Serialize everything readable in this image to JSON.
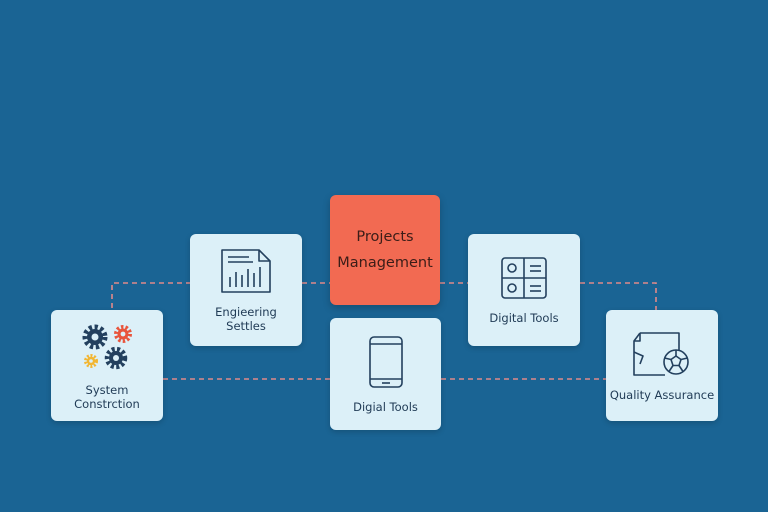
{
  "colors": {
    "background": "#1a6494",
    "card": "#dcf0f8",
    "center_card": "#f26a52",
    "connector": "#e08a8a",
    "icon_stroke": "#23405e",
    "gear_orange": "#e8553c",
    "gear_yellow": "#f2b632"
  },
  "nodes": {
    "center": {
      "label": "Projects\nManagement"
    },
    "engineering": {
      "label": "Engieering\nSettles",
      "icon": "document-chart-icon"
    },
    "digital_tools_top": {
      "label": "Digital Tools",
      "icon": "grid-panel-icon"
    },
    "digital_tools_bottom": {
      "label": "Digial Tools",
      "icon": "tablet-icon"
    },
    "system": {
      "label": "System\nConstrction",
      "icon": "gears-icon"
    },
    "quality": {
      "label": "Quality Assurance",
      "icon": "document-globe-icon"
    }
  }
}
